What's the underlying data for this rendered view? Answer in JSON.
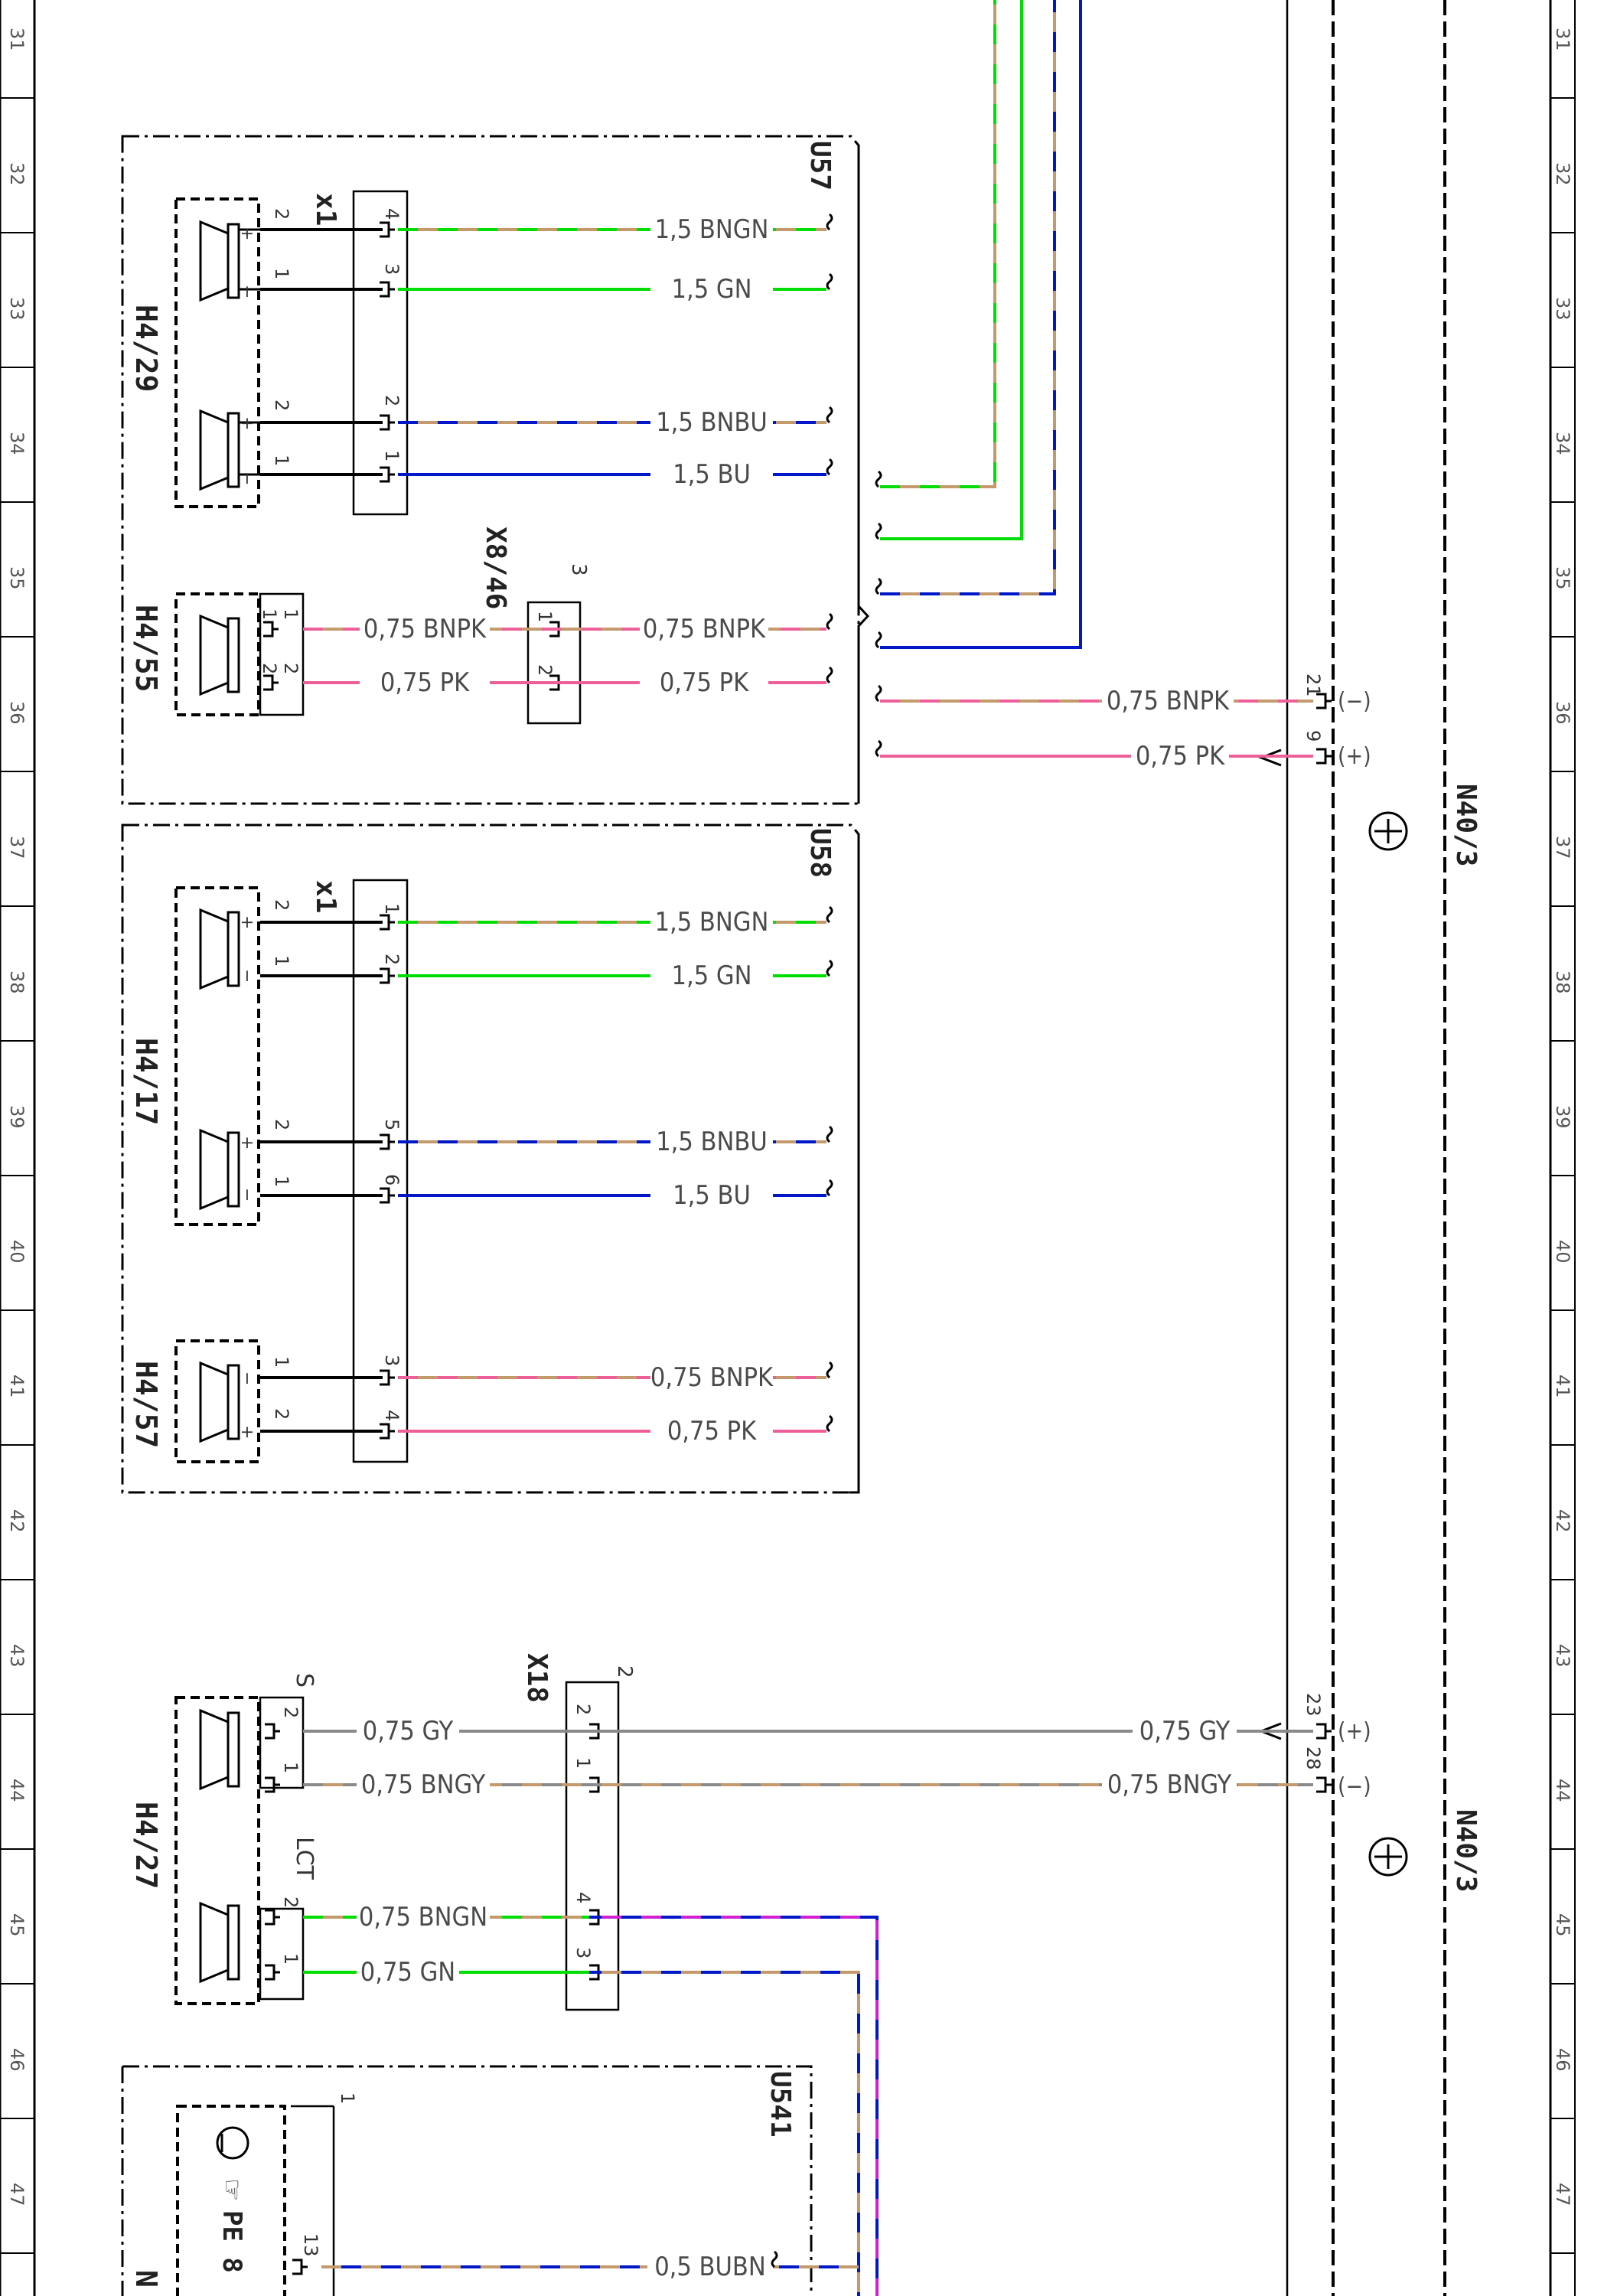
{
  "colors": {
    "BN": "#c49a6c",
    "GN": "#00dd00",
    "BU": "#0018c8",
    "PK": "#ee5f9a",
    "GY": "#8a8a8a",
    "MG": "#d020d0",
    "black": "#000000"
  },
  "grid_rows": [
    "31",
    "32",
    "33",
    "34",
    "35",
    "36",
    "37",
    "38",
    "39",
    "40",
    "41",
    "42",
    "43",
    "44",
    "45",
    "46",
    "47"
  ],
  "components": {
    "u57": "U57",
    "u58": "U58",
    "u541": "U541",
    "x1_top": "x1",
    "x1_mid": "x1",
    "x8_46": "X8/46",
    "x18": "X18",
    "h4_29": "H4/29",
    "h4_55": "H4/55",
    "h4_17": "H4/17",
    "h4_57": "H4/57",
    "h4_27": "H4/27",
    "n40_3_a": "N40/3",
    "n40_3_b": "N40/3",
    "pe": "PE 8",
    "n_partial": "N"
  },
  "markers": {
    "plus": "+",
    "minus": "−",
    "s_label": "S",
    "lct_label": "LCT",
    "minus_paren": "(−)",
    "plus_paren": "(+)"
  },
  "wire_labels": {
    "u57_w1": "1,5  BNGN",
    "u57_w2": "1,5  GN",
    "u57_w3": "1,5  BNBU",
    "u57_w4": "1,5  BU",
    "u57_w5a": "0,75  BNPK",
    "u57_w5b": "0,75  BNPK",
    "u57_w6a": "0,75  PK",
    "u57_w6b": "0,75  PK",
    "n40_w1": "0,75  BNPK",
    "n40_w2": "0,75  PK",
    "u58_w1": "1,5  BNGN",
    "u58_w2": "1,5  GN",
    "u58_w3": "1,5  BNBU",
    "u58_w4": "1,5  BU",
    "u58_w5": "0,75  BNPK",
    "u58_w6": "0,75  PK",
    "x18_w1a": "0,75  GY",
    "x18_w1b": "0,75  GY",
    "x18_w2a": "0,75  BNGY",
    "x18_w2b": "0,75  BNGY",
    "x18_w3": "0,75  BNGN",
    "x18_w4": "0,75  GN",
    "u541_w1": "0,5  BUBN"
  },
  "pins": {
    "u57_x1": [
      "4",
      "3",
      "2",
      "1"
    ],
    "u57_spk": [
      "2",
      "1",
      "2",
      "1"
    ],
    "h4_55_spk": [
      "1",
      "2"
    ],
    "h4_55_conn": [
      "1",
      "2"
    ],
    "x8_46_pins": [
      "1",
      "2"
    ],
    "x8_46_top": "3",
    "n40_a": [
      "21",
      "9"
    ],
    "u58_x1": [
      "1",
      "2",
      "5",
      "6",
      "3",
      "4"
    ],
    "u58_spk": [
      "2",
      "1",
      "2",
      "1",
      "1",
      "2"
    ],
    "x18_pins": [
      "2",
      "1",
      "4",
      "3"
    ],
    "x18_top": "2",
    "h4_27_pins": [
      "2",
      "1",
      "2",
      "1"
    ],
    "n40_b": [
      "23",
      "28"
    ],
    "u541_pins": [
      "1",
      "13"
    ]
  }
}
